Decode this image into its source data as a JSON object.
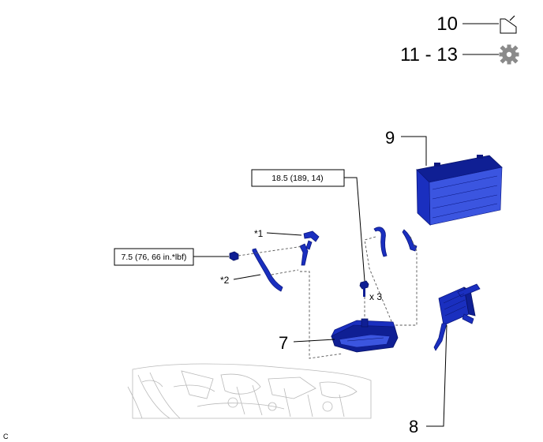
{
  "legend": {
    "line1": {
      "label": "10",
      "icon": "oil-can-icon"
    },
    "line2": {
      "label": "11 - 13",
      "icon": "gear-icon"
    }
  },
  "callouts": {
    "battery": "9",
    "battery_tray": "7",
    "ecu_bracket": "8"
  },
  "torque_labels": {
    "tray_bolt": "18.5 (189, 14)",
    "clamp_nut": "7.5 (76, 66 in.*lbf)"
  },
  "annotations": {
    "star1": "*1",
    "star2": "*2",
    "bolt_qty": "x 3",
    "corner_mark": "C"
  },
  "colors": {
    "part_blue": "#1a2fbf",
    "part_dark_blue": "#0f1f94",
    "gear_gray": "#8a8a8a",
    "engine_ghost": "#b9b9b9"
  }
}
